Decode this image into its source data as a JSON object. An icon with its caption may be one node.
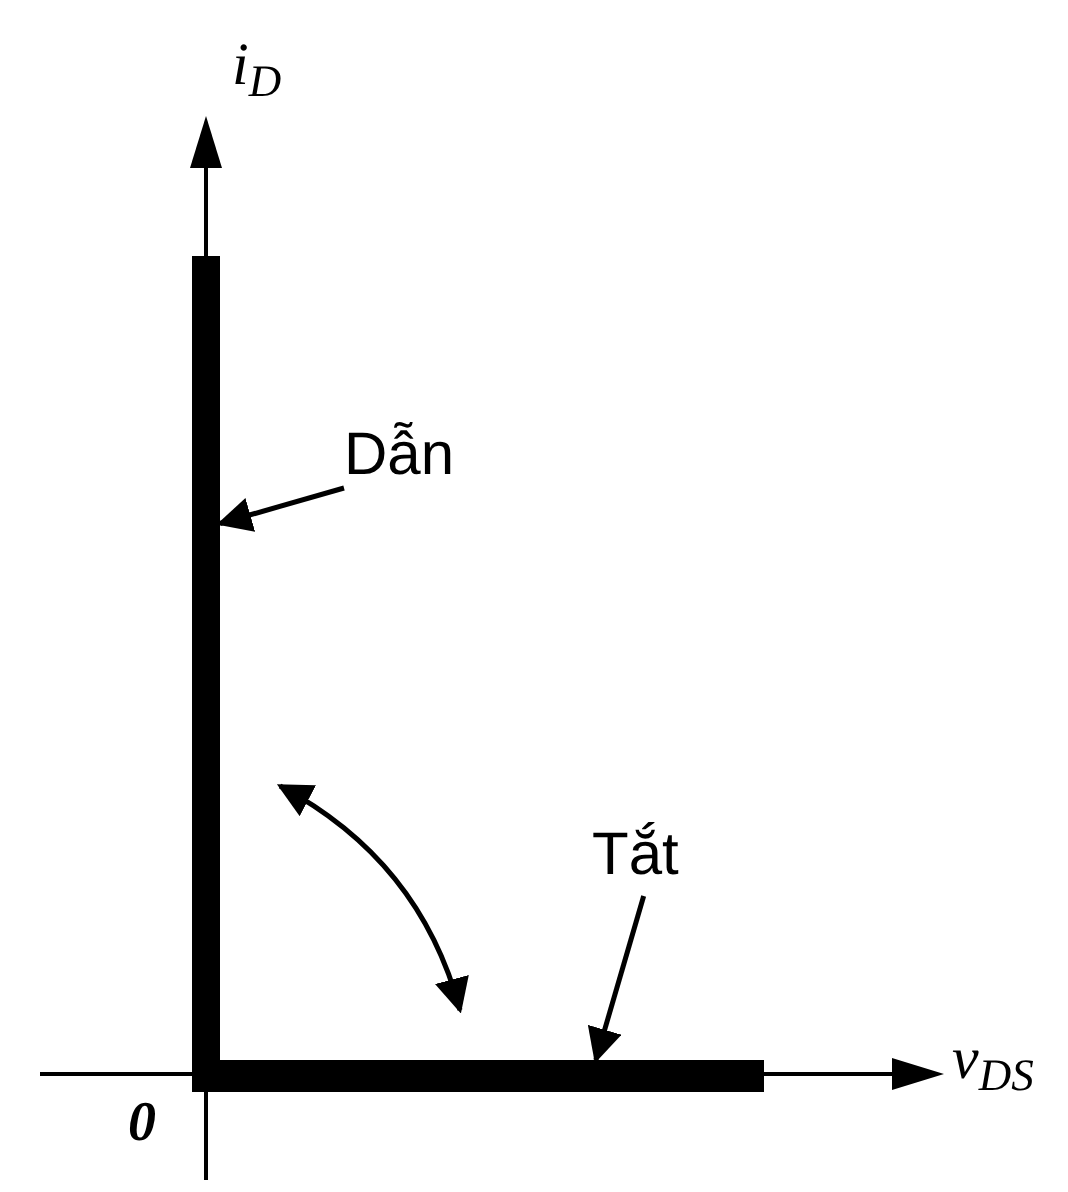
{
  "diagram": {
    "nodes": [
      {
        "text": [
          "Dẫn"
        ]
      },
      {
        "text": [
          "Tắt"
        ]
      },
      {
        "text": [],
        "shape": "bar"
      },
      {
        "text": [],
        "shape": "bar"
      }
    ],
    "edges": [
      {
        "from": 0,
        "to": 2,
        "arrow": "to"
      },
      {
        "from": 1,
        "to": 3,
        "arrow": "to"
      }
    ],
    "labels": [
      "i$_{D}$",
      "v$_{DS}$",
      "0"
    ]
  }
}
